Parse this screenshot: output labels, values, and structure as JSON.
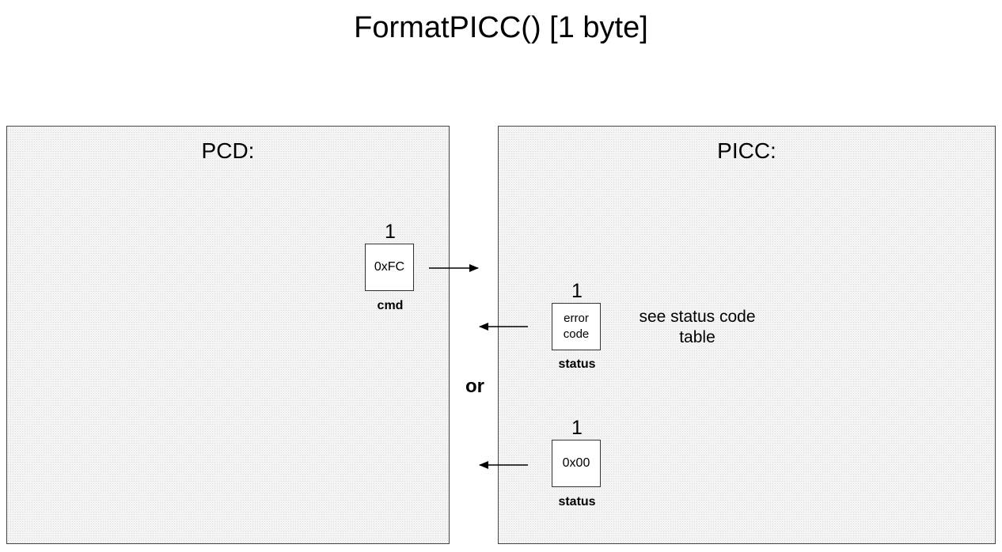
{
  "title": "FormatPICC() [1 byte]",
  "pcd": {
    "label": "PCD:",
    "command": {
      "count": "1",
      "value": "0xFC",
      "label": "cmd"
    }
  },
  "picc": {
    "label": "PICC:",
    "error_response": {
      "count": "1",
      "value": "error\ncode",
      "label": "status",
      "note": "see status code table"
    },
    "ok_response": {
      "count": "1",
      "value": "0x00",
      "label": "status"
    }
  },
  "separator": "or"
}
